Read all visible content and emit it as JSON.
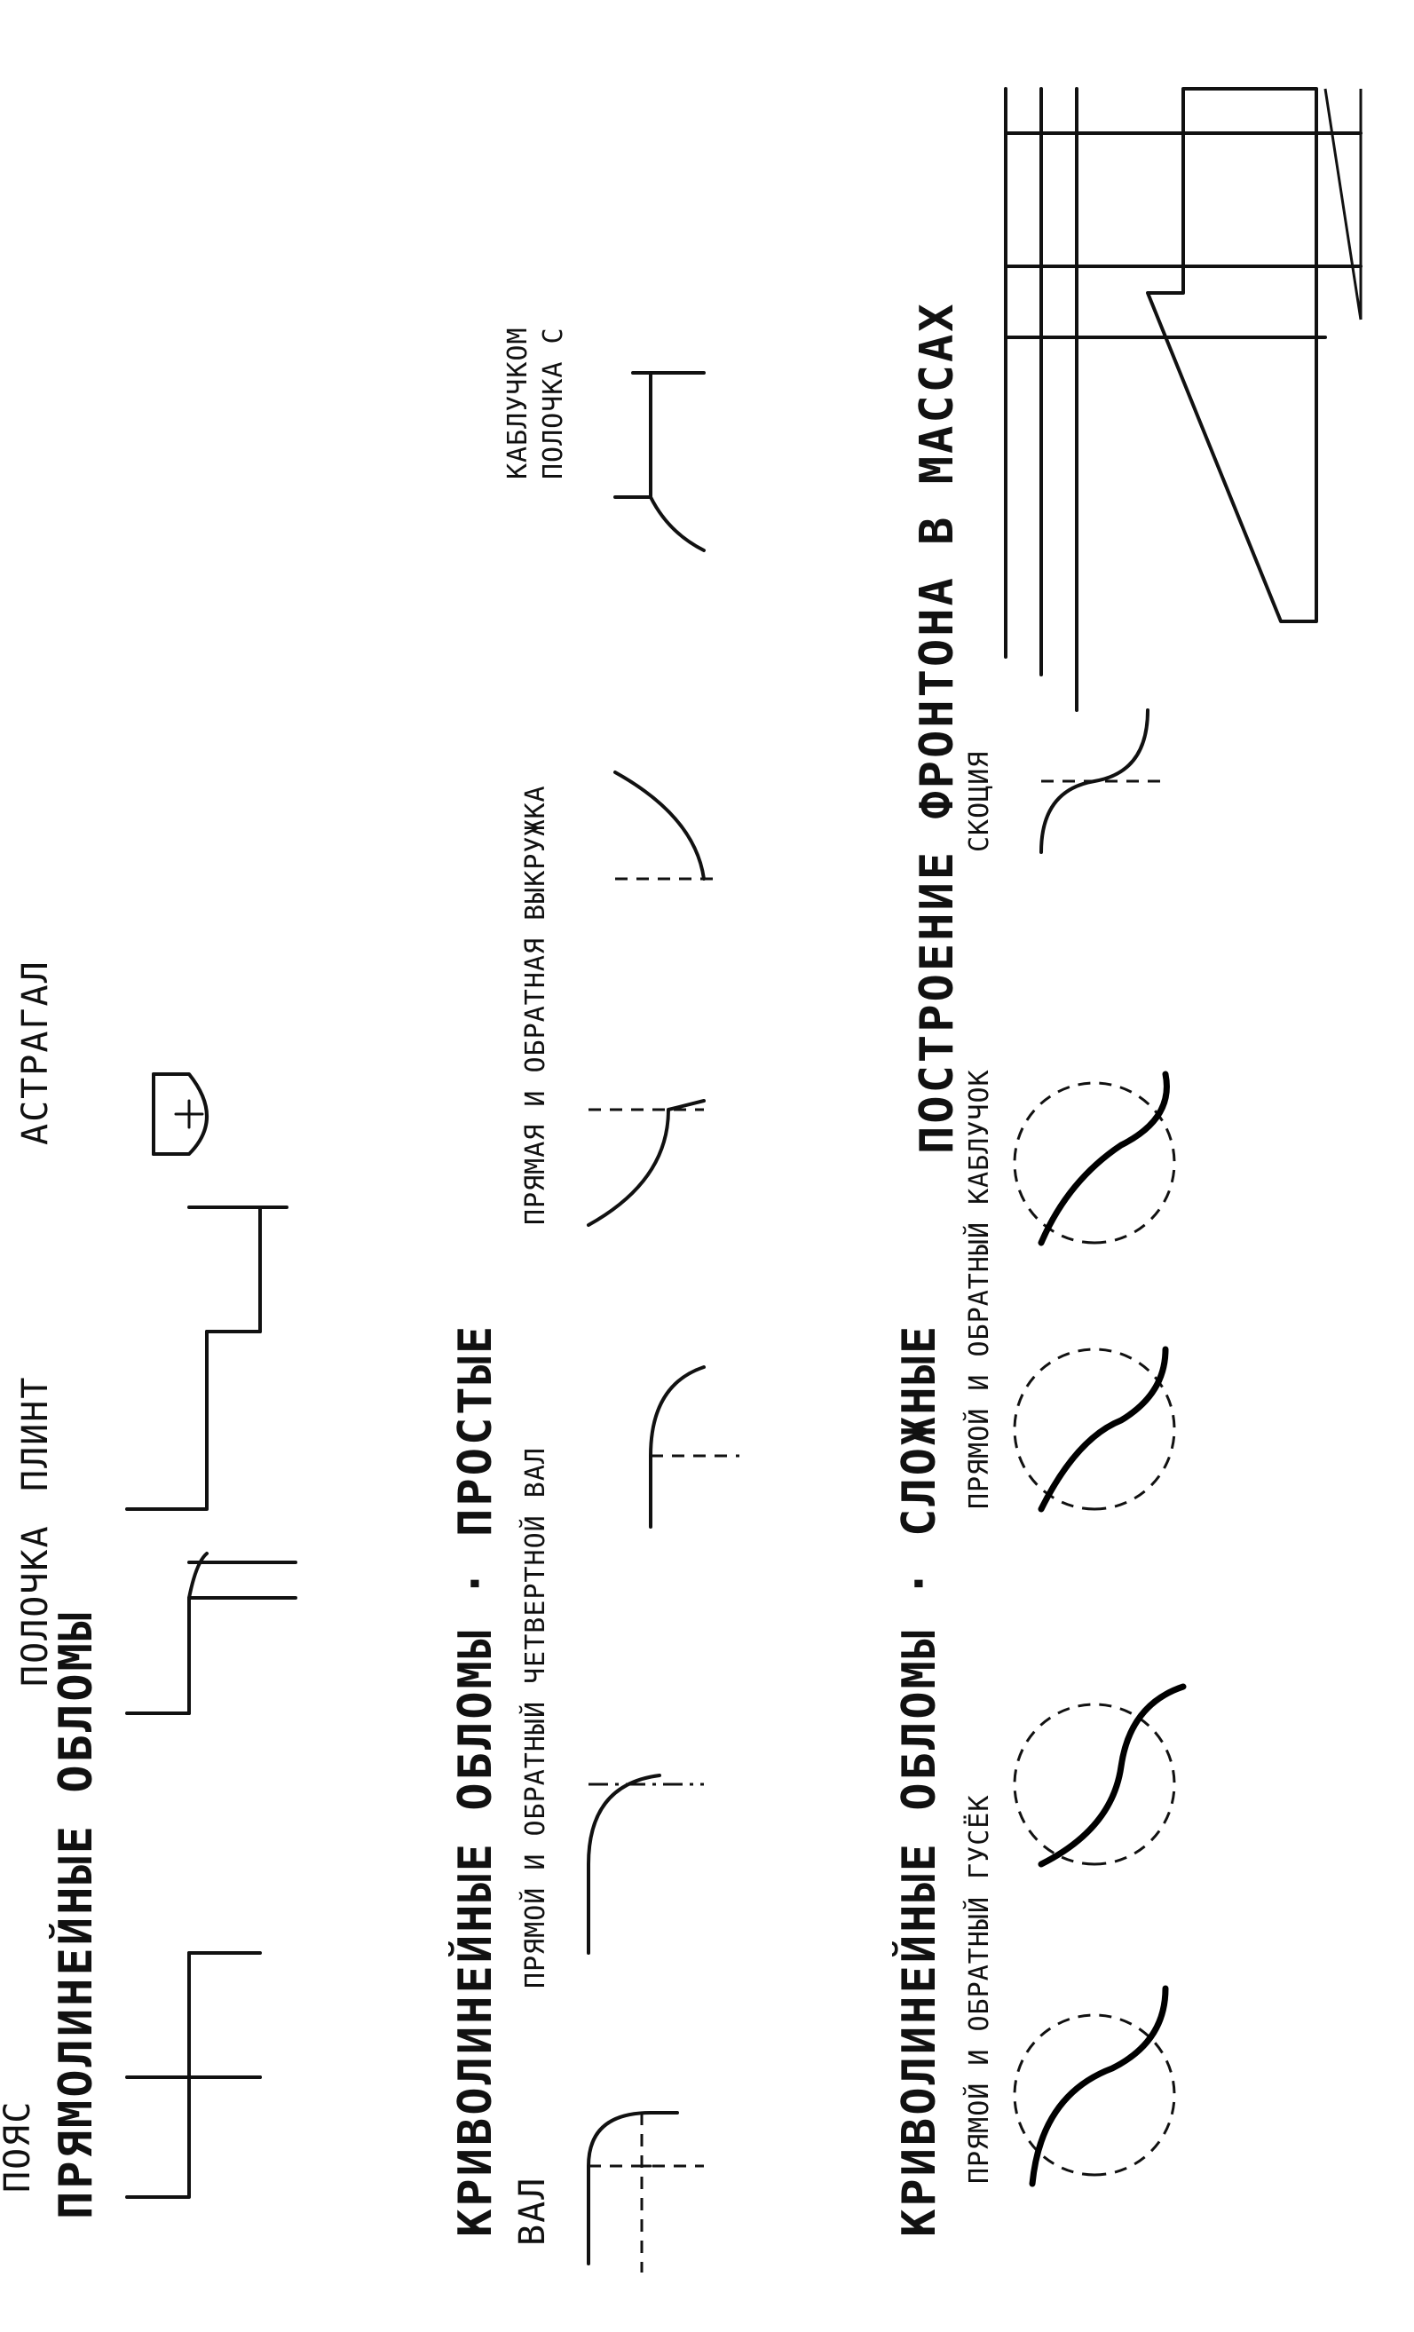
{
  "sections": {
    "rect_title": "ПРЯМОЛИНЕЙНЫЕ ОБЛОМЫ",
    "simple_title": "КРИВОЛИНЕЙНЫЕ ОБЛОМЫ · ПРОСТЫЕ",
    "complex_title": "КРИВОЛИНЕЙНЫЕ ОБЛОМЫ · СЛОЖНЫЕ",
    "pediment_title": "ПОСТРОЕНИЕ ФРОНТОНА В МАССАХ"
  },
  "labels": {
    "poyas": "ПОЯС",
    "polochka": "ПОЛОЧКА",
    "plint": "ПЛИНТ",
    "astragal": "АСТРАГАЛ",
    "val": "ВАЛ",
    "quarter_val": "ПРЯМОЙ И ОБРАТНЫЙ ЧЕТВЕРТНОЙ ВАЛ",
    "vykruzhka": "ПРЯМАЯ И ОБРАТНАЯ ВЫКРУЖКА",
    "polochka_kabluchok": [
      "ПОЛОЧКА С",
      "КАБЛУЧКОМ"
    ],
    "gusek": "ПРЯМОЙ И ОБРАТНЫЙ ГУСЁК",
    "kabluchok": "ПРЯМОЙ И ОБРАТНЫЙ КАБЛУЧОК",
    "skotsiya": "СКОЦИЯ"
  }
}
